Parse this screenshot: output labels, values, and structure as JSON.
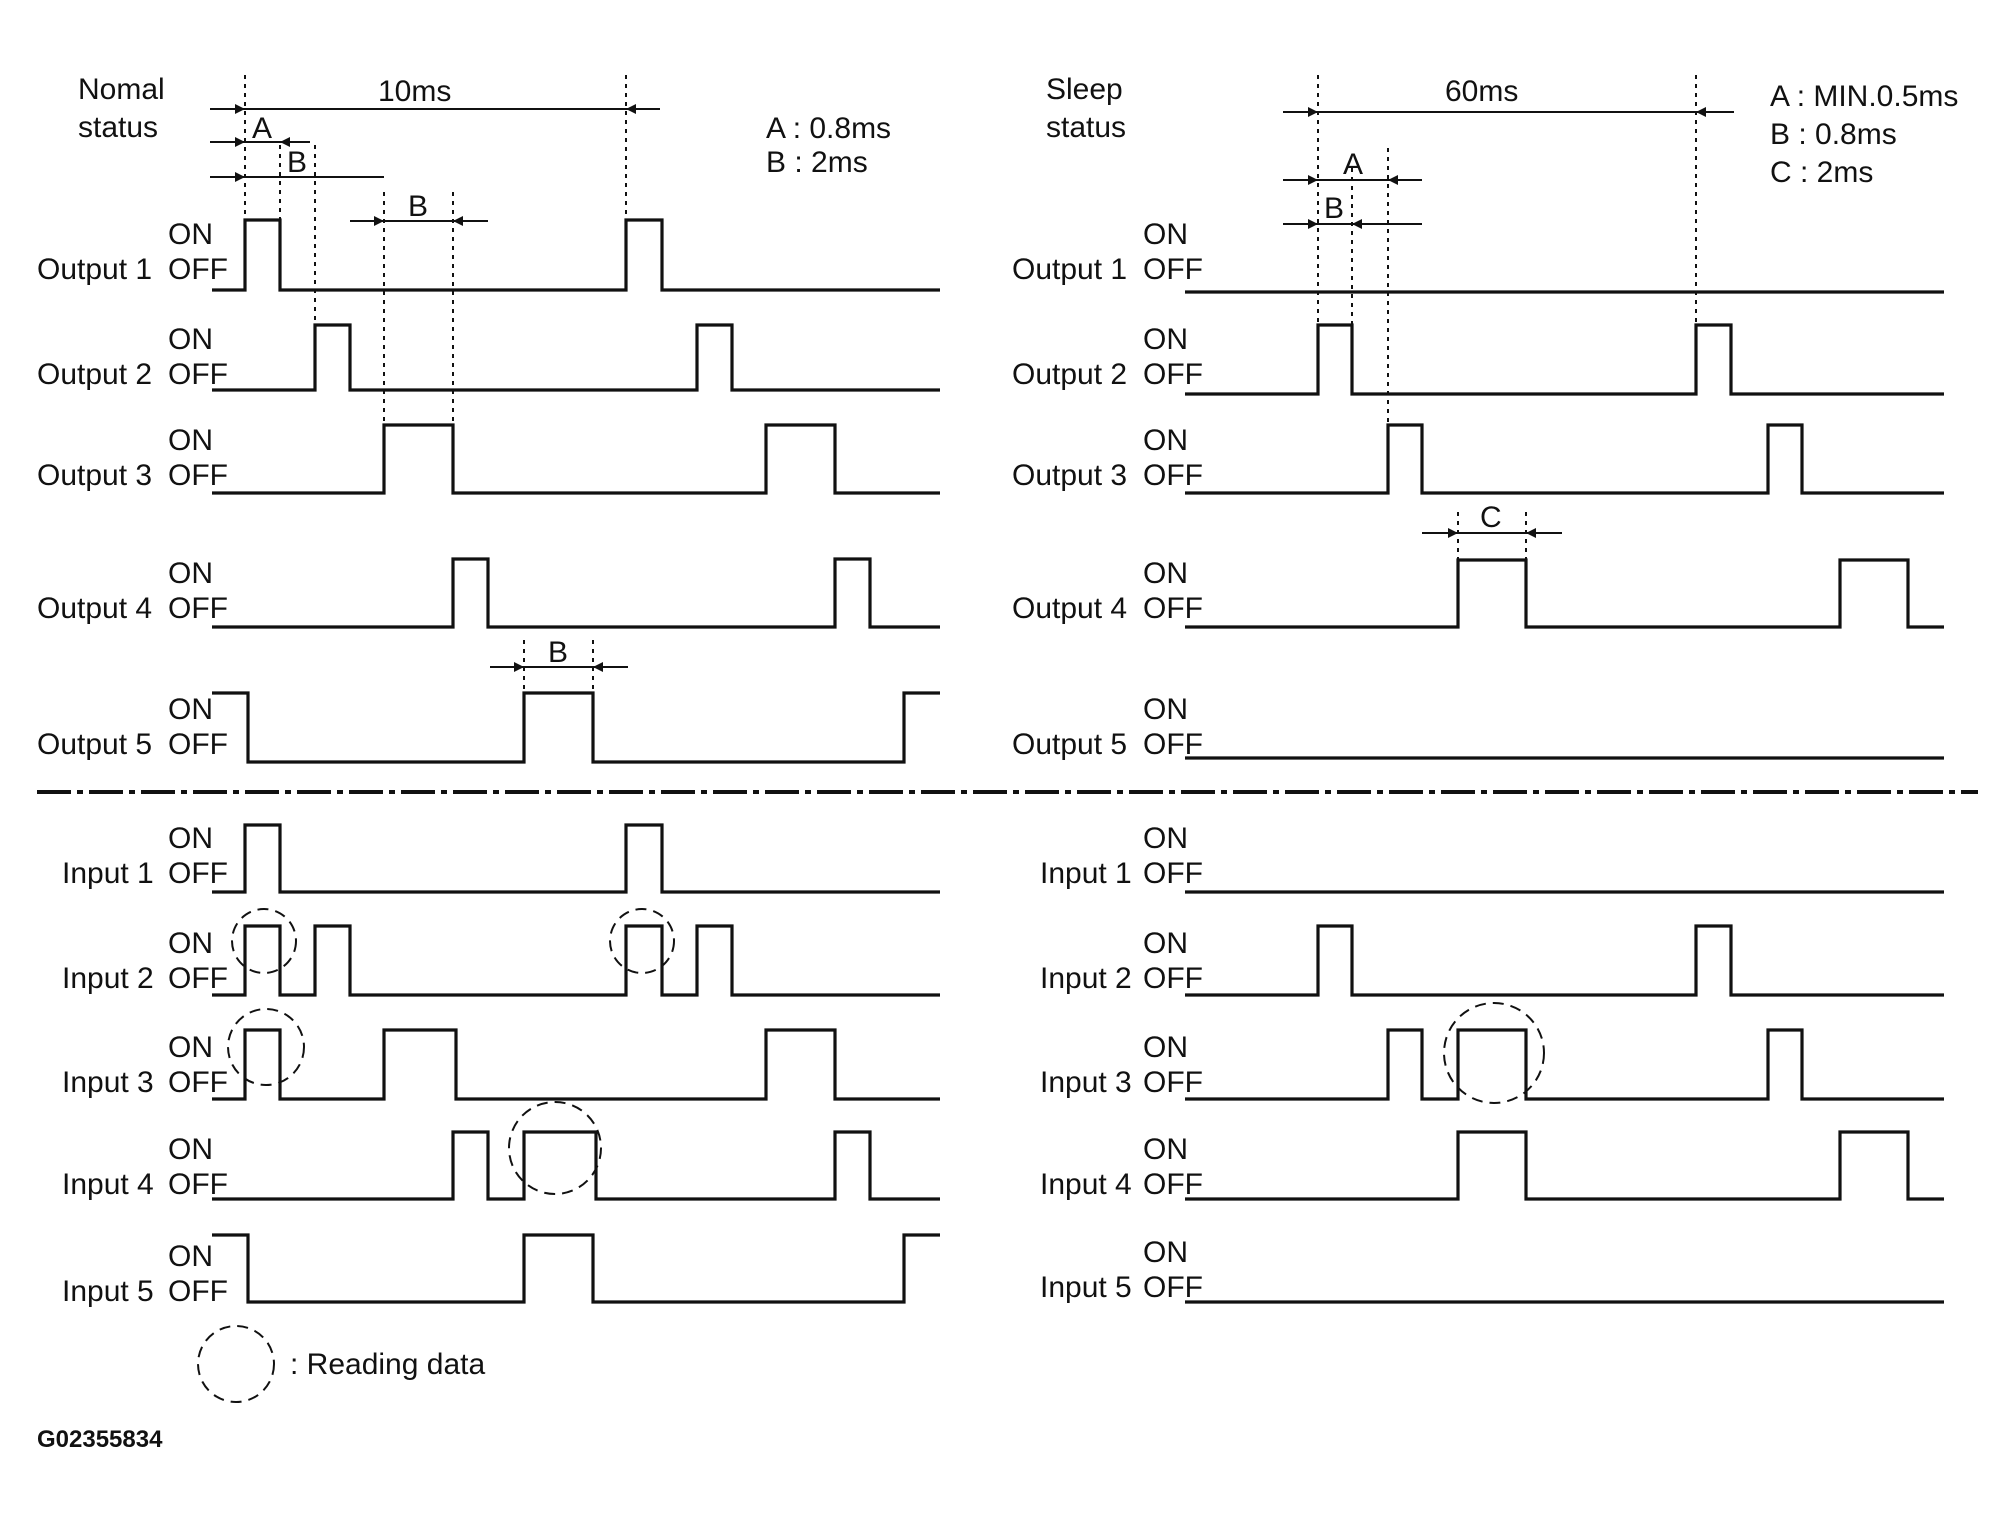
{
  "normal": {
    "title_line1": "Nomal",
    "title_line2": "status",
    "period": "10ms",
    "note_a": "A : 0.8ms",
    "note_b": "B : 2ms",
    "dim_a": "A",
    "dim_b": "B"
  },
  "sleep": {
    "title_line1": "Sleep",
    "title_line2": "status",
    "period": "60ms",
    "note_a": "A : MIN.0.5ms",
    "note_b": "B : 0.8ms",
    "note_c": "C : 2ms",
    "dim_a": "A",
    "dim_b": "B",
    "dim_c": "C"
  },
  "state_on": "ON",
  "state_off": "OFF",
  "outputs": [
    "Output 1",
    "Output 2",
    "Output 3",
    "Output 4",
    "Output 5"
  ],
  "inputs": [
    "Input 1",
    "Input 2",
    "Input 3",
    "Input 4",
    "Input 5"
  ],
  "legend": {
    "reading": ": Reading data"
  },
  "figure_id": "G02355834"
}
